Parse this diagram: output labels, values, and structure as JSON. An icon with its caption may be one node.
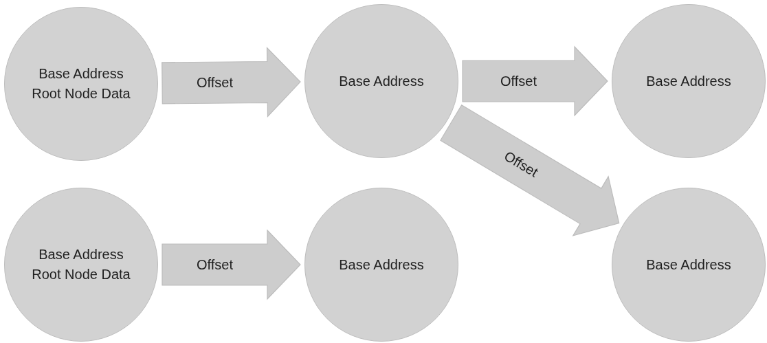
{
  "diagram": {
    "nodes": [
      {
        "text": [
          "Base Address",
          "Root Node Data"
        ]
      },
      {
        "text": [
          "Base Address"
        ]
      },
      {
        "text": [
          "Base Address"
        ]
      },
      {
        "text": [
          "Base Address"
        ]
      },
      {
        "text": [
          "Base Address",
          "Root Node Data"
        ]
      },
      {
        "text": [
          "Base Address"
        ]
      }
    ],
    "edges": [
      {
        "from": 0,
        "to": 1,
        "arrow": "to",
        "label": "Offset",
        "style": "thick"
      },
      {
        "from": 1,
        "to": 2,
        "arrow": "to",
        "label": "Offset",
        "style": "thick"
      },
      {
        "from": 1,
        "to": 3,
        "arrow": "to",
        "label": "Offset",
        "style": "thick"
      },
      {
        "from": 4,
        "to": 5,
        "arrow": "to",
        "label": "Offset",
        "style": "thick"
      }
    ]
  }
}
